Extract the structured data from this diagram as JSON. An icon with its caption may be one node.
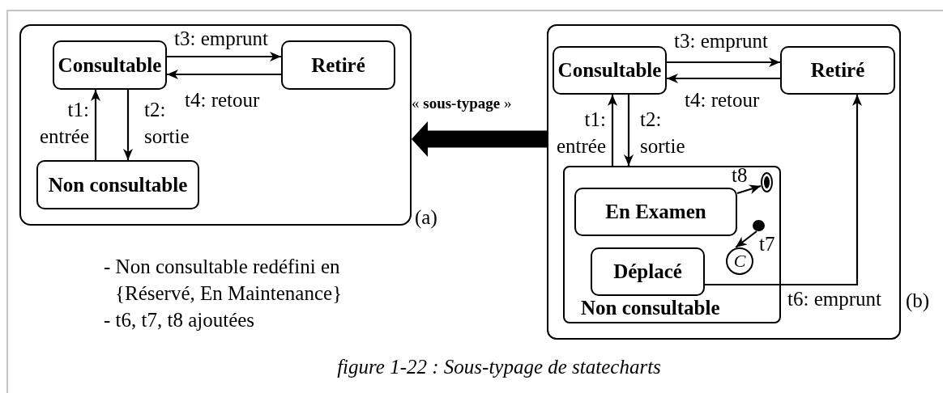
{
  "diagram": {
    "caption": "figure 1-22 : Sous-typage de statecharts",
    "nodes": [
      {
        "text": [],
        "shape": "box",
        "beside": [
          "(a)"
        ]
      },
      {
        "text": [
          "Consultable"
        ],
        "in": 0
      },
      {
        "text": [
          "Retiré"
        ],
        "in": 0
      },
      {
        "text": [
          "Non consultable"
        ],
        "in": 0
      },
      {
        "text": [],
        "shape": "box",
        "beside": [
          "(b)"
        ]
      },
      {
        "text": [
          "Consultable"
        ],
        "in": 4
      },
      {
        "text": [
          "Retiré"
        ],
        "in": 4
      },
      {
        "text": [
          "Non consultable"
        ],
        "in": 4
      },
      {
        "text": [
          "En Examen"
        ],
        "in": 7
      },
      {
        "text": [
          "Déplacé"
        ],
        "in": 7
      },
      {
        "text": [],
        "shape": "bullseye",
        "in": 7
      },
      {
        "text": [],
        "shape": "dot",
        "in": 7
      },
      {
        "text": [
          "C"
        ],
        "in": 7
      }
    ],
    "edges": [
      {
        "from": 1,
        "to": 2,
        "arrow": "to",
        "label": "t3: emprunt"
      },
      {
        "from": 2,
        "to": 1,
        "arrow": "to",
        "label": "t4: retour"
      },
      {
        "from": 3,
        "to": 1,
        "arrow": "to",
        "label": "t1: entrée"
      },
      {
        "from": 1,
        "to": 3,
        "arrow": "to",
        "label": "t2: sortie"
      },
      {
        "from": 5,
        "to": 6,
        "arrow": "to",
        "label": "t3: emprunt"
      },
      {
        "from": 6,
        "to": 5,
        "arrow": "to",
        "label": "t4: retour"
      },
      {
        "from": 7,
        "to": 5,
        "arrow": "to",
        "label": "t1: entrée"
      },
      {
        "from": 5,
        "to": 7,
        "arrow": "to",
        "label": "t2: sortie"
      },
      {
        "from": 8,
        "to": 10,
        "arrow": "to",
        "label": "t8"
      },
      {
        "from": 11,
        "to": 12,
        "arrow": "to",
        "label": "t7"
      },
      {
        "from": 9,
        "to": 6,
        "arrow": "to",
        "label": "t6: emprunt"
      },
      {
        "from": 4,
        "to": 0,
        "arrow": "to",
        "label": "« **sous-typage** »",
        "style": "thick"
      }
    ],
    "labels": [
      "- Non consultable redéfini en {Réservé, En Maintenance}",
      "- t6, t7, t8 ajoutées"
    ]
  }
}
